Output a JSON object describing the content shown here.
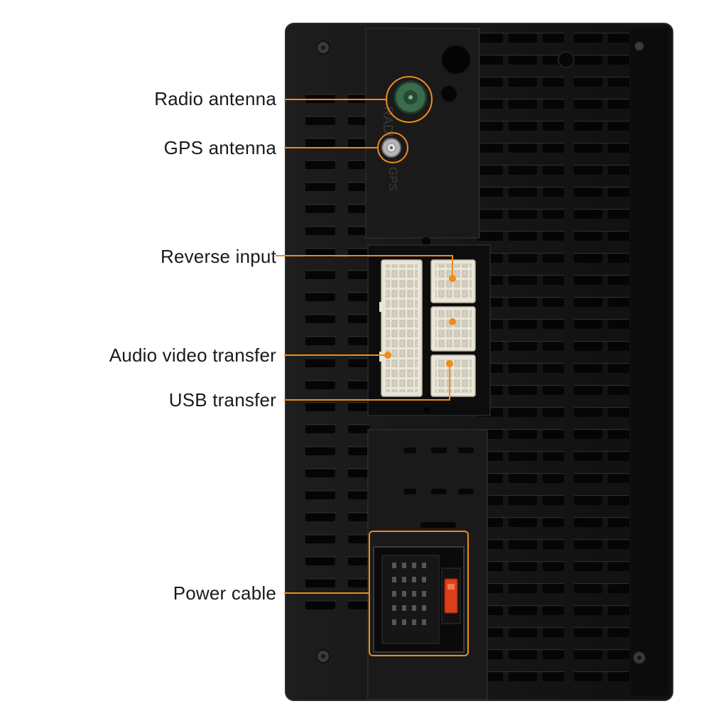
{
  "labels": {
    "radio_antenna": "Radio antenna",
    "gps_antenna": "GPS antenna",
    "reverse_input": "Reverse input",
    "audio_video_transfer": "Audio video transfer",
    "usb_transfer": "USB transfer",
    "power_cable": "Power cable"
  },
  "embossed_text": {
    "radio": "RADIO",
    "gps": "GPS"
  },
  "colors": {
    "callout": "#f08a1c",
    "housing": "#151515",
    "connector": "#e9e5d8",
    "antenna_green": "#3a6b4c",
    "fuse": "#d9401a"
  }
}
